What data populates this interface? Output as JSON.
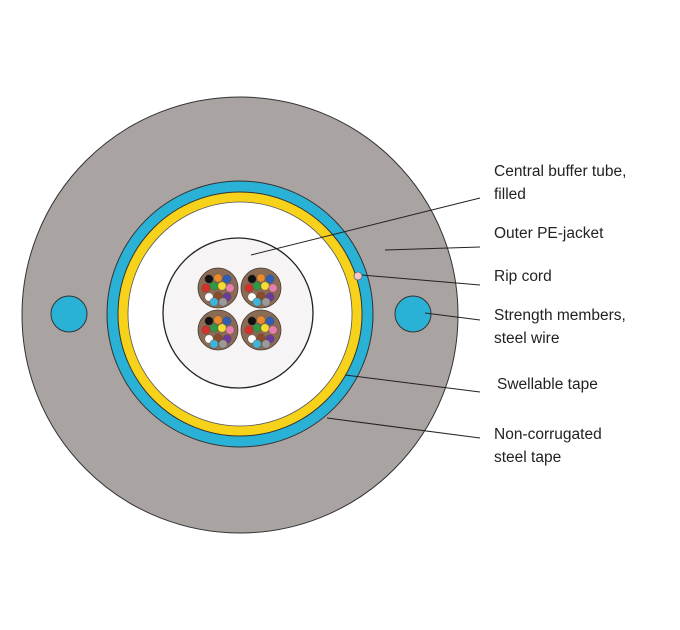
{
  "diagram": {
    "colors": {
      "jacket": "#a9a3a2",
      "steel_tape": "#29b2d6",
      "swellable_tape": "#f6d31a",
      "filler": "#ffffff",
      "buffer_tube": "#f6f4f4",
      "strength_member": "#29b2d6",
      "rip_cord": "#f2c8cc",
      "bundle_binder": "#8a6b55"
    },
    "fiber_colors": [
      "#111111",
      "#e98a2b",
      "#2d5fb8",
      "#d6302d",
      "#2e9a46",
      "#f3dd33",
      "#e77fae",
      "#ffffff",
      "#8a4b2a",
      "#6a3b9a",
      "#3fb4d8",
      "#9a9a9a"
    ],
    "bundle_count": 4,
    "labels": [
      {
        "line1": "Central buffer tube,",
        "line2": "filled"
      },
      {
        "line1": "Outer PE-jacket"
      },
      {
        "line1": "Rip cord"
      },
      {
        "line1": "Strength members,",
        "line2": "steel wire"
      },
      {
        "line1": "Swellable tape"
      },
      {
        "line1": "Non-corrugated",
        "line2": "steel tape"
      }
    ]
  }
}
